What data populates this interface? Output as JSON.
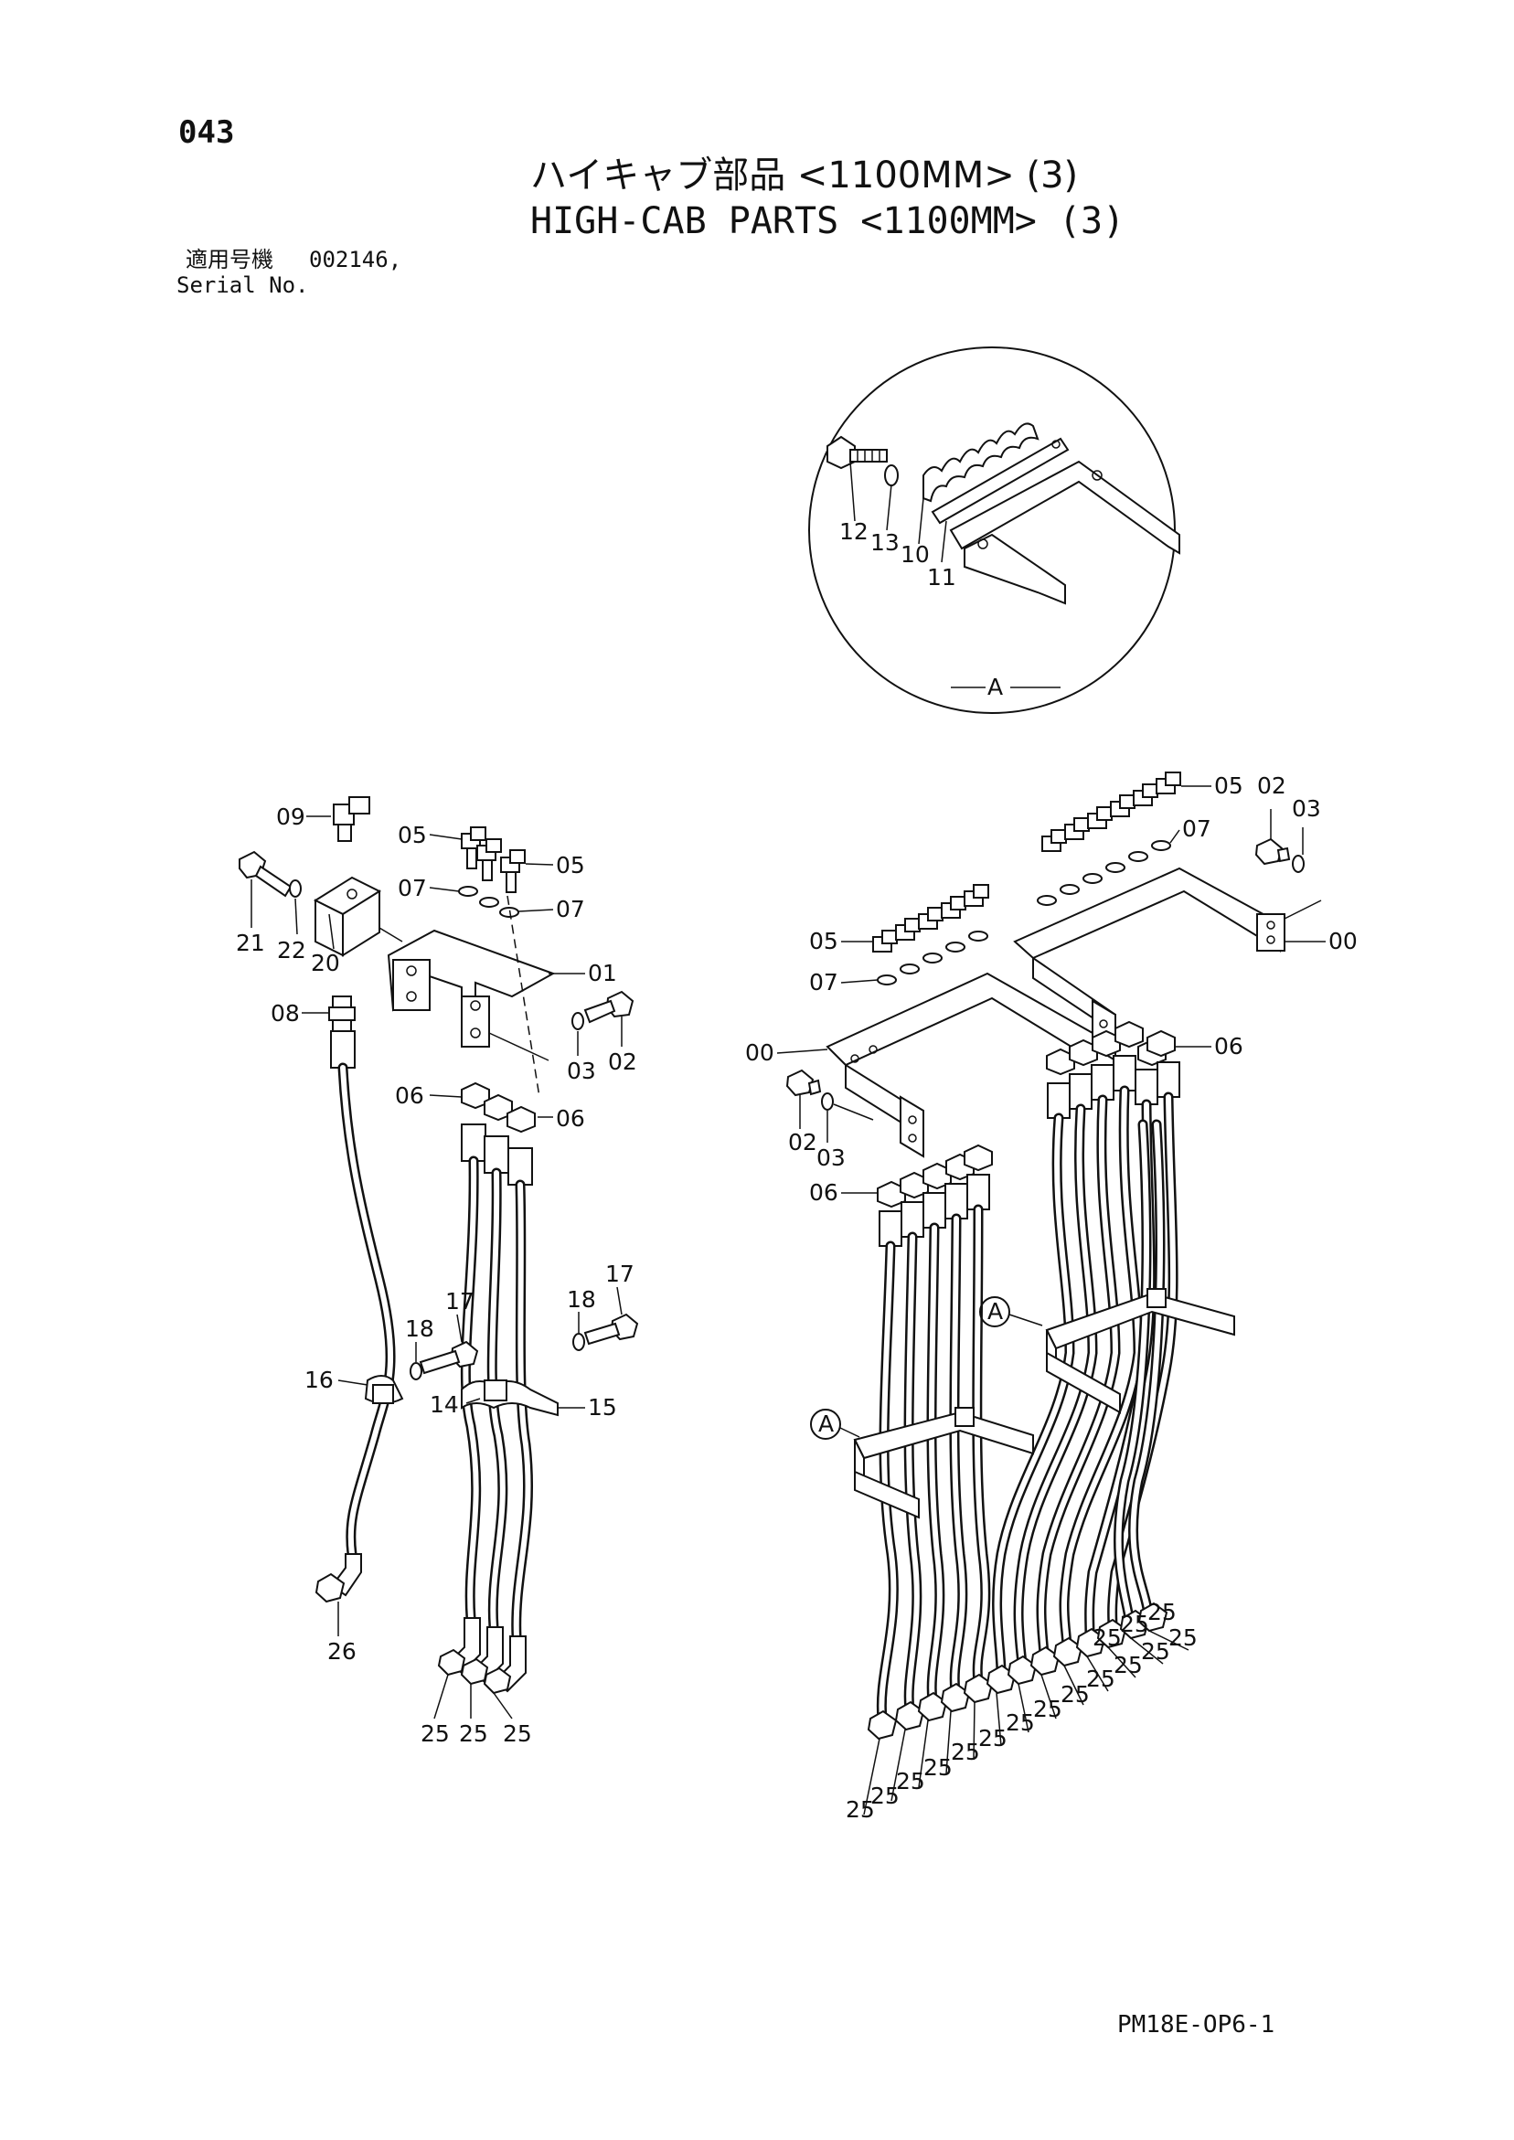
{
  "header": {
    "page_number": "043",
    "title_jp": "ハイキャブ部品 <1100MM> (3)",
    "title_en": "HIGH-CAB PARTS <1100MM> (3)",
    "serial_label_jp": "適用号機",
    "serial_value": "002146,",
    "serial_label_en": "Serial No."
  },
  "footer": {
    "code": "PM18E-OP6-1"
  },
  "detail_view": {
    "label": "A"
  },
  "callouts": {
    "detail": [
      "12",
      "13",
      "10",
      "11"
    ],
    "left": [
      "09",
      "05",
      "05",
      "07",
      "07",
      "01",
      "21",
      "22",
      "20",
      "08",
      "02",
      "03",
      "06",
      "06",
      "17",
      "18",
      "17",
      "18",
      "16",
      "14",
      "15",
      "26",
      "25",
      "25",
      "25"
    ],
    "right": [
      "05",
      "02",
      "03",
      "07",
      "00",
      "05",
      "07",
      "00",
      "06",
      "02",
      "03",
      "06",
      "A",
      "A",
      "25",
      "25",
      "25",
      "25",
      "25",
      "25",
      "25",
      "25",
      "25",
      "25",
      "25",
      "25",
      "25",
      "25",
      "25",
      "25"
    ]
  }
}
